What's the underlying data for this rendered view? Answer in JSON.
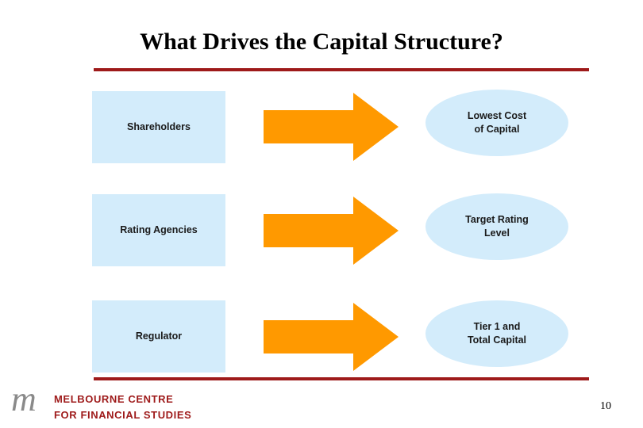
{
  "slide": {
    "title": "What Drives the Capital Structure?",
    "page_number": "10",
    "accent_color": "#9e1a1a",
    "box_fill": "#d3ecfb",
    "arrow_fill": "#FF9900"
  },
  "rows": [
    {
      "source": "Shareholders",
      "arrow": "right-arrow-icon",
      "target": "Lowest Cost\nof Capital",
      "target_line1": "Lowest Cost",
      "target_line2": "of Capital"
    },
    {
      "source": "Rating Agencies",
      "arrow": "right-arrow-icon",
      "target": "Target Rating\nLevel",
      "target_line1": "Target Rating",
      "target_line2": "Level"
    },
    {
      "source": "Regulator",
      "arrow": "right-arrow-icon",
      "target": "Tier 1 and\nTotal Capital",
      "target_line1": "Tier 1 and",
      "target_line2": "Total Capital"
    }
  ],
  "footer": {
    "logo_mark": "m",
    "logo_line1": "MELBOURNE CENTRE",
    "logo_line2": "FOR FINANCIAL STUDIES"
  }
}
